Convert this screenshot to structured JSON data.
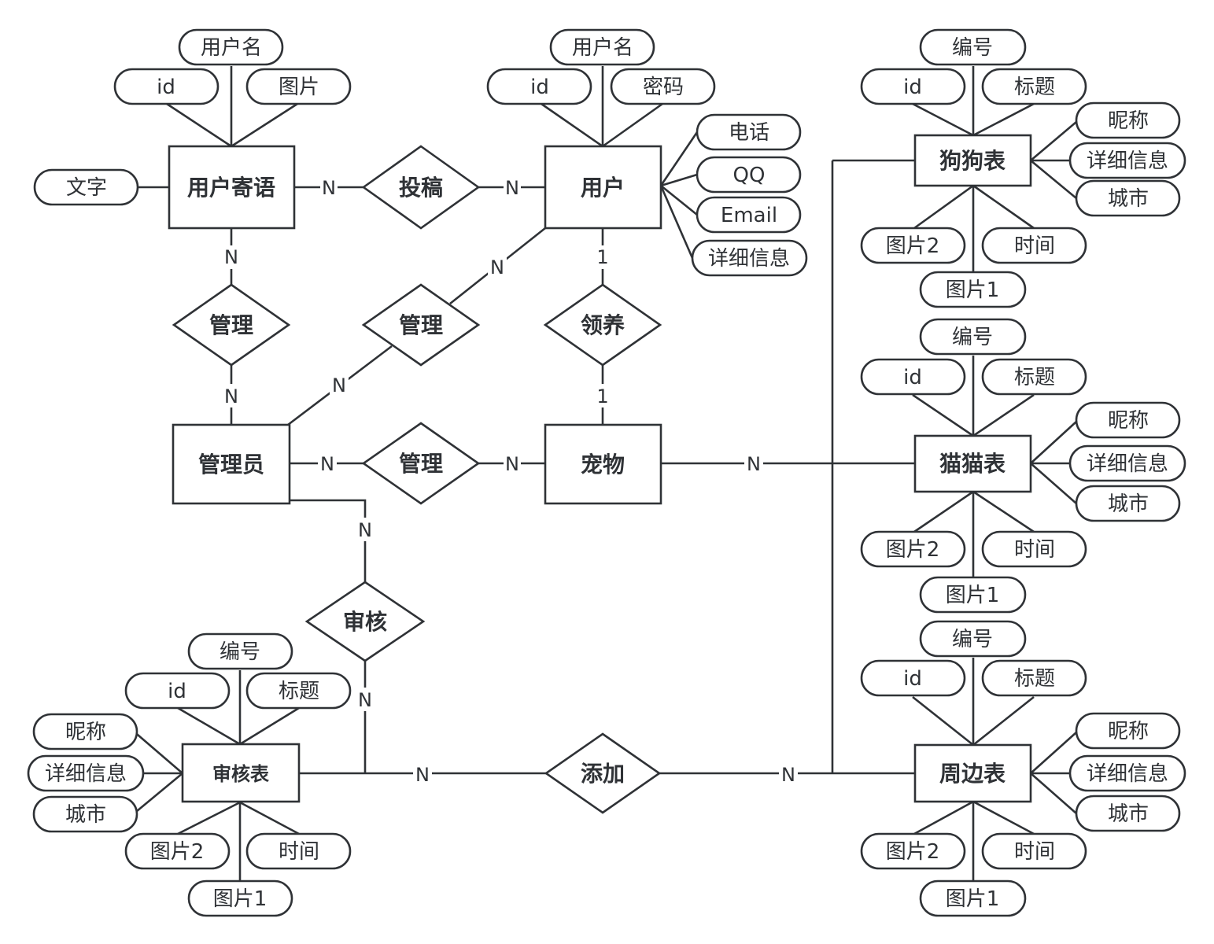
{
  "diagram": {
    "type": "er-diagram",
    "entities": {
      "user_message": "用户寄语",
      "user": "用户",
      "admin": "管理员",
      "pet": "宠物",
      "dog_table": "狗狗表",
      "cat_table": "猫猫表",
      "merch_table": "周边表",
      "review_table": "审核表"
    },
    "relationships": {
      "submit": "投稿",
      "manage_messages": "管理",
      "manage_users": "管理",
      "adopt": "领养",
      "manage_pets": "管理",
      "review": "审核",
      "add": "添加"
    },
    "attributes": {
      "user_message": {
        "username": "用户名",
        "id": "id",
        "image": "图片",
        "text": "文字"
      },
      "user": {
        "username": "用户名",
        "id": "id",
        "password": "密码",
        "phone": "电话",
        "qq": "QQ",
        "email": "Email",
        "details": "详细信息"
      },
      "dog_table": {
        "number": "编号",
        "id": "id",
        "title": "标题",
        "nickname": "昵称",
        "details": "详细信息",
        "city": "城市",
        "image2": "图片2",
        "time": "时间",
        "image1": "图片1"
      },
      "cat_table": {
        "number": "编号",
        "id": "id",
        "title": "标题",
        "nickname": "昵称",
        "details": "详细信息",
        "city": "城市",
        "image2": "图片2",
        "time": "时间",
        "image1": "图片1"
      },
      "merch_table": {
        "number": "编号",
        "id": "id",
        "title": "标题",
        "nickname": "昵称",
        "details": "详细信息",
        "city": "城市",
        "image2": "图片2",
        "time": "时间",
        "image1": "图片1"
      },
      "review_table": {
        "number": "编号",
        "id": "id",
        "title": "标题",
        "nickname": "昵称",
        "details": "详细信息",
        "city": "城市",
        "image2": "图片2",
        "time": "时间",
        "image1": "图片1"
      }
    },
    "cardinalities": {
      "user_message_submit": "N",
      "submit_user": "N",
      "user_message_manage": "N",
      "manage_admin_left": "N",
      "user_manage": "N",
      "manage_admin_diag": "N",
      "user_adopt": "1",
      "adopt_pet": "1",
      "admin_manage_pets": "N",
      "manage_pets_pet": "N",
      "pet_tables": "N",
      "admin_review": "N",
      "review_review_table": "N",
      "review_table_add": "N",
      "add_tables": "N"
    }
  }
}
